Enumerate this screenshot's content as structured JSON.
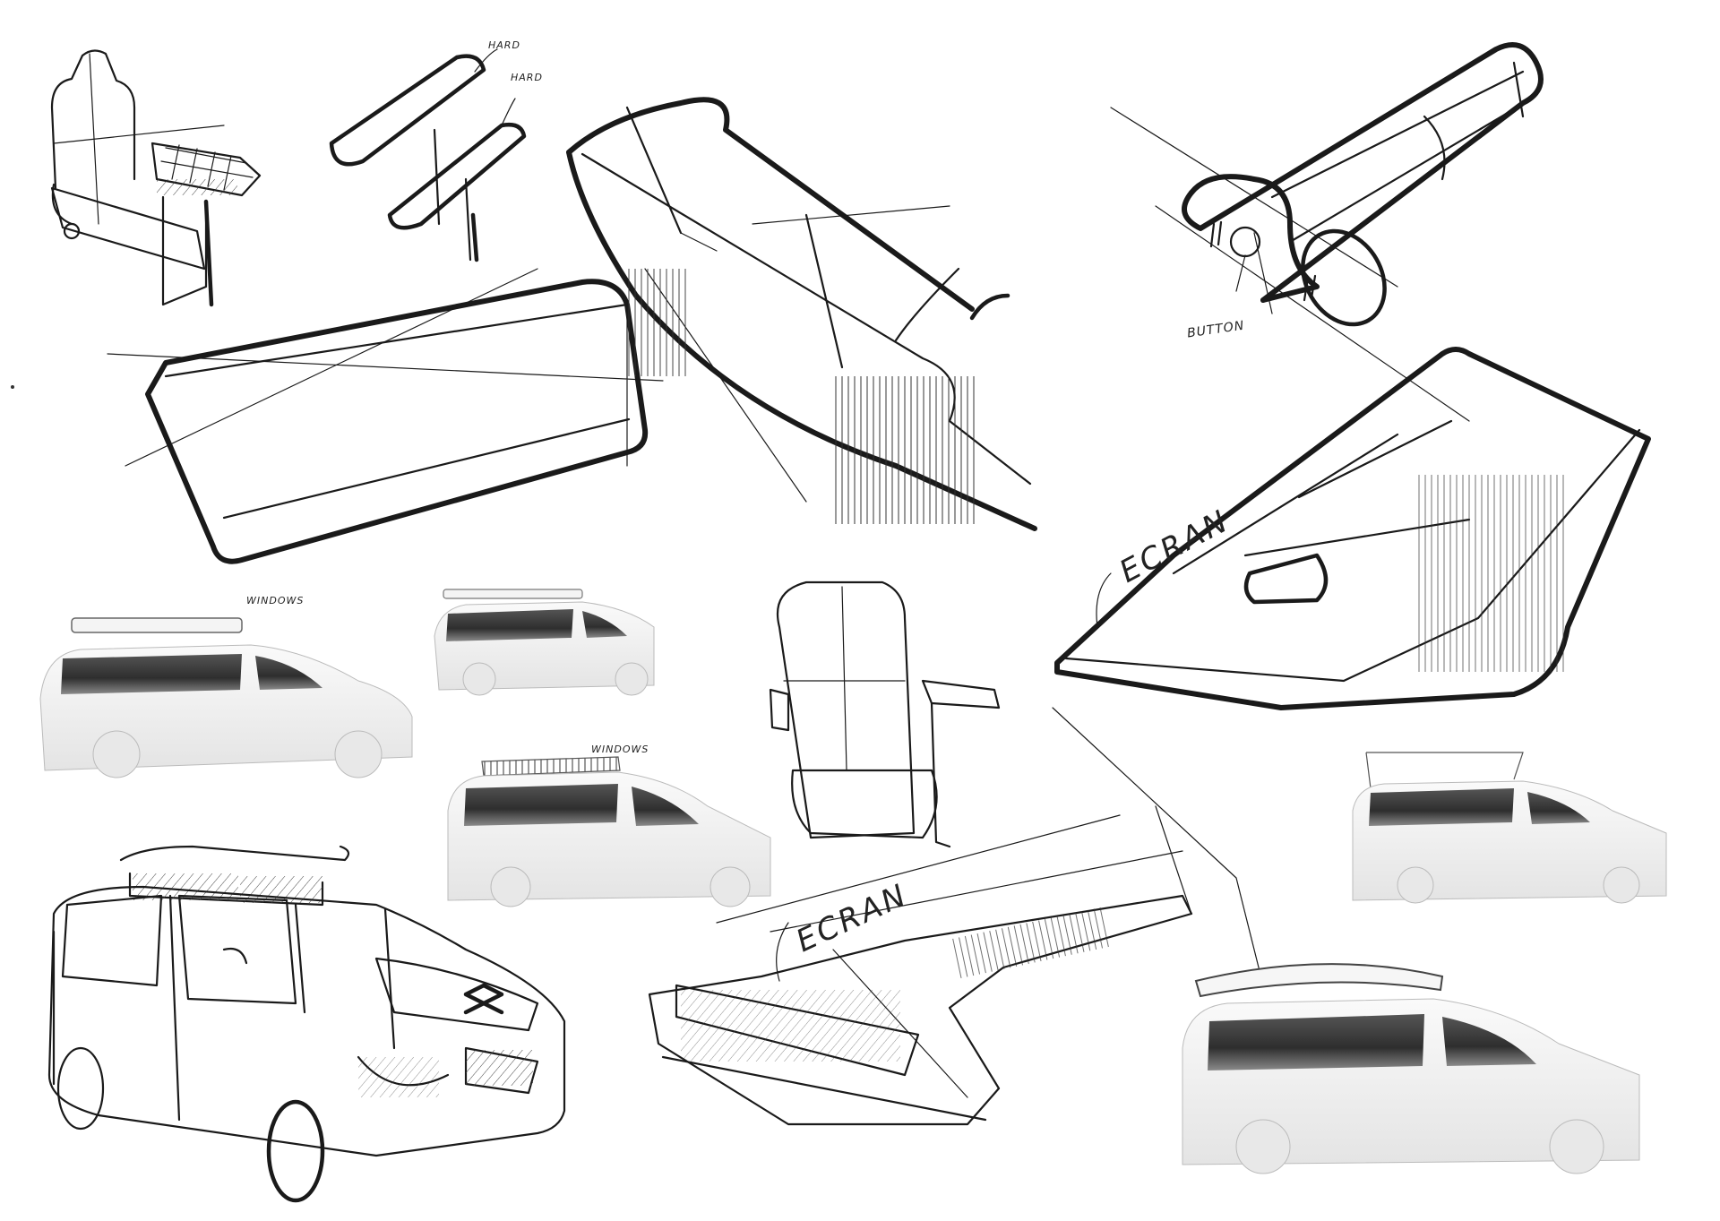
{
  "annotations": {
    "armrest_label_1": "HARD",
    "armrest_label_2": "HARD",
    "van_label_1": "WINDOWS",
    "van_label_2": "WINDOWS",
    "button_label": "BUTTON",
    "screen_label_1": "ECRAN",
    "screen_label_2": "ECRAN"
  },
  "colors": {
    "ink": "#1a1a1a",
    "paper": "#ffffff",
    "van_body": "#f2f2f2",
    "window_tint": "#3a3a3a"
  }
}
